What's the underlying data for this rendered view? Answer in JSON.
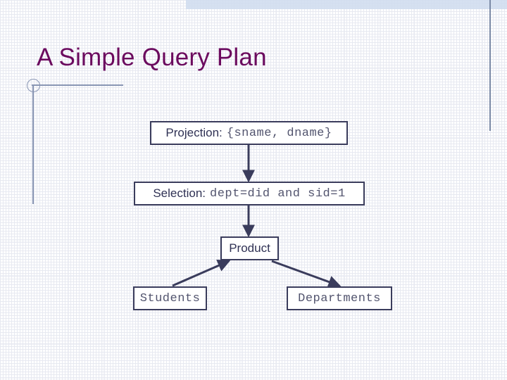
{
  "slide": {
    "title": "A Simple Query Plan",
    "title_color": "#6b0a5e",
    "background_color": "#fefeff",
    "grid_color": "#c9cfe0",
    "accent_band_color": "#cfdcef",
    "rule_color": "#8895b3"
  },
  "diagram": {
    "type": "query-plan-tree",
    "node_border_color": "#3a3c5c",
    "node_text_color": "#2f3154",
    "mono_text_color": "#52546e",
    "edge_color": "#3a3c5c",
    "nodes": [
      {
        "id": "projection",
        "label_prefix": "Projection:",
        "label_mono": "{sname, dname}"
      },
      {
        "id": "selection",
        "label_prefix": "Selection:",
        "label_mono": "dept=did and sid=1"
      },
      {
        "id": "product",
        "label_prefix": "Product",
        "label_mono": ""
      },
      {
        "id": "students",
        "label_prefix": "",
        "label_mono": "Students"
      },
      {
        "id": "departments",
        "label_prefix": "",
        "label_mono": "Departments"
      }
    ],
    "edges": [
      {
        "from": "projection",
        "to": "selection",
        "direction": "down"
      },
      {
        "from": "selection",
        "to": "product",
        "direction": "down"
      },
      {
        "from": "students",
        "to": "product",
        "direction": "up-right"
      },
      {
        "from": "product",
        "to": "departments",
        "direction": "down-right"
      }
    ]
  }
}
